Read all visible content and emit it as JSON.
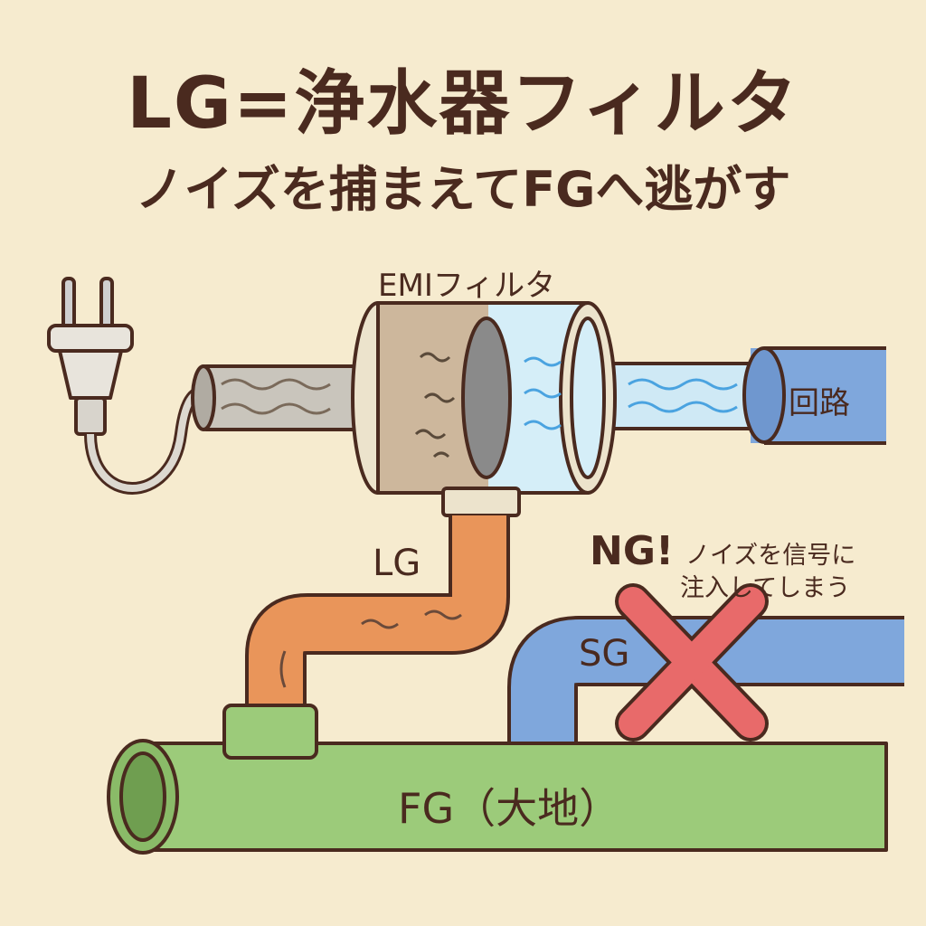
{
  "title": {
    "line1": "LG=浄水器フィルタ",
    "line2": "ノイズを捕まえてFGへ逃がす"
  },
  "labels": {
    "emi_filter": "EMIフィルタ",
    "circuit": "回路",
    "lg": "LG",
    "sg": "SG",
    "fg": "FG（大地）",
    "ng": "NG!",
    "ng_message_line1": "ノイズを信号に",
    "ng_message_line2": "注入してしまう"
  },
  "colors": {
    "background": "#f6ebcf",
    "text": "#4a2a1f",
    "lg_pipe": "#e9955a",
    "fg_pipe": "#9ccb7a",
    "sg_pipe": "#7fa7dc",
    "ng_cross": "#e86a6a"
  }
}
